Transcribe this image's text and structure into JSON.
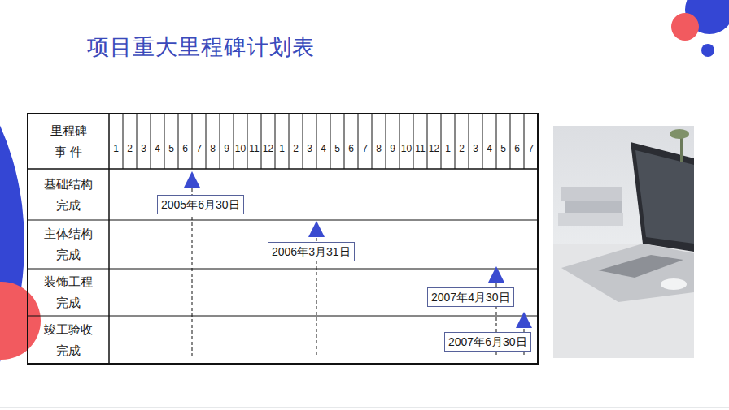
{
  "diagram": {
    "title": "项目重大里程碑计划表",
    "nodes": [
      {
        "text": [
          "2005年6月30日"
        ]
      },
      {
        "text": [
          "2006年3月31日"
        ]
      },
      {
        "text": [
          "2007年4月30日"
        ]
      },
      {
        "text": [
          "2007年6月30日"
        ]
      }
    ],
    "labels": [
      "里程碑 事 件",
      "1",
      "2",
      "3",
      "4",
      "5",
      "6",
      "7",
      "8",
      "9",
      "10",
      "11",
      "12",
      "1",
      "2",
      "3",
      "4",
      "5",
      "6",
      "7",
      "8",
      "9",
      "10",
      "11",
      "12",
      "1",
      "2",
      "3",
      "4",
      "5",
      "6",
      "7",
      "基础结构 完成",
      "主体结构 完成",
      "装饰工程 完成",
      "竣工验收 完成"
    ]
  }
}
